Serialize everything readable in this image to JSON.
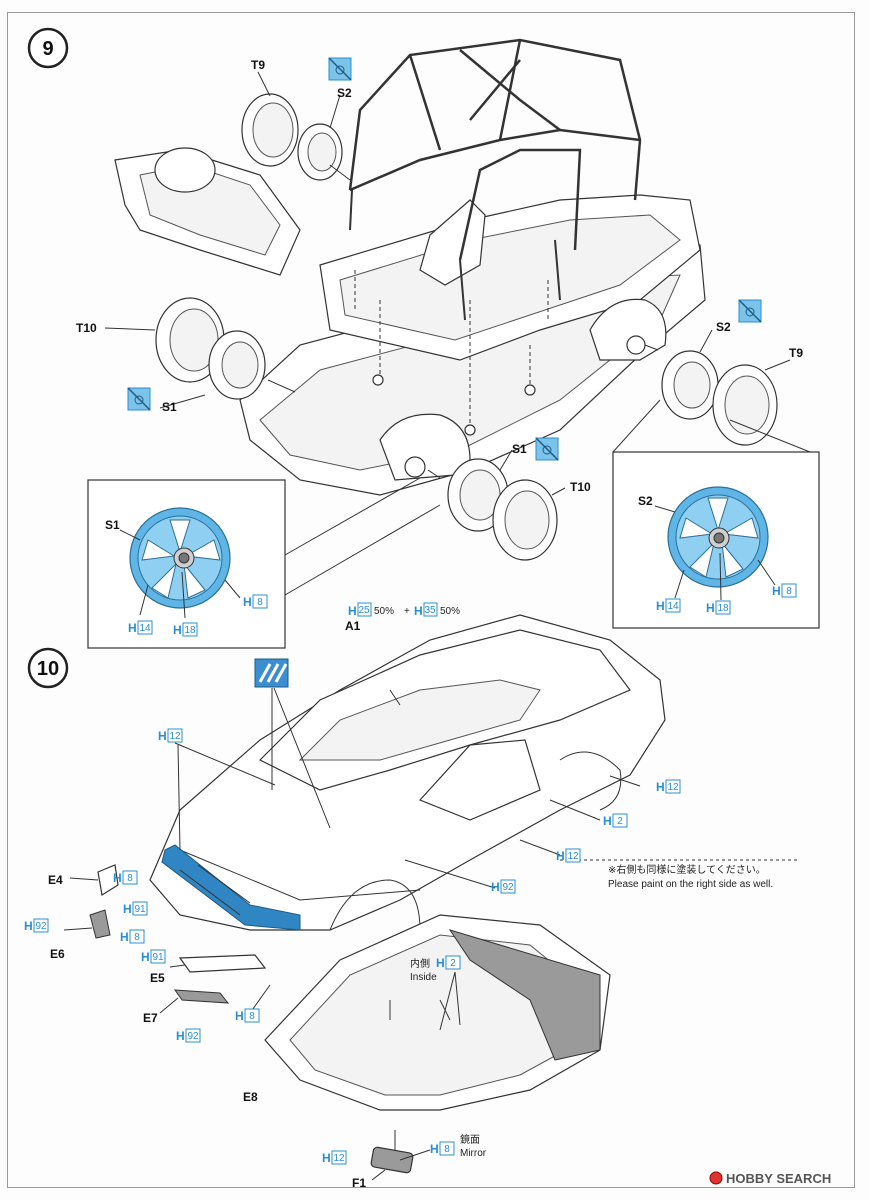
{
  "steps": [
    "9",
    "10"
  ],
  "step9": {
    "labels": {
      "tire_rear_top": "T9",
      "wheel_rear_top": "S2",
      "tire_rear_left": "T10",
      "wheel_rear_left": "S1",
      "wheel_right": "S2",
      "tire_right": "T9",
      "wheel_front_bottom": "S1",
      "tire_front_bottom": "T10"
    },
    "detail_left": {
      "part": "S1",
      "codes": [
        [
          "H",
          "14"
        ],
        [
          "H",
          "18"
        ],
        [
          "H",
          "8"
        ]
      ]
    },
    "detail_right": {
      "part": "S2",
      "codes": [
        [
          "H",
          "14"
        ],
        [
          "H",
          "18"
        ],
        [
          "H",
          "8"
        ]
      ]
    }
  },
  "step10": {
    "roof_mix": {
      "a_code": "25",
      "a_pct": "50%",
      "plus": "+",
      "b_code": "35",
      "b_pct": "50%"
    },
    "body_part": "A1",
    "codes": {
      "pillar": "12",
      "rear_fender": "12",
      "door": "2",
      "sill": "12",
      "door_handle": "92",
      "e4_inner": "8",
      "e4_outer": "91",
      "e4_lower": "8",
      "e6": "92",
      "e5": "91",
      "e7": "92",
      "e7_lens": "8",
      "inside": "2",
      "mirror_body": "12",
      "mirror_glass": "8"
    },
    "code_prefix": "H",
    "parts": {
      "e4": "E4",
      "e6": "E6",
      "e5": "E5",
      "e7": "E7",
      "e8": "E8",
      "f1": "F1"
    },
    "note_jp": "※右側も同様に塗装してください。",
    "note_en": "Please paint on the right side as well.",
    "inside_jp": "内側",
    "inside_en": "Inside",
    "mirror_jp": "鏡面",
    "mirror_en": "Mirror"
  },
  "watermark": "HOBBY SEARCH",
  "colors": {
    "paint_blue": "#5fb6e6",
    "code_blue": "#2a8fd0",
    "line": "#333333"
  }
}
